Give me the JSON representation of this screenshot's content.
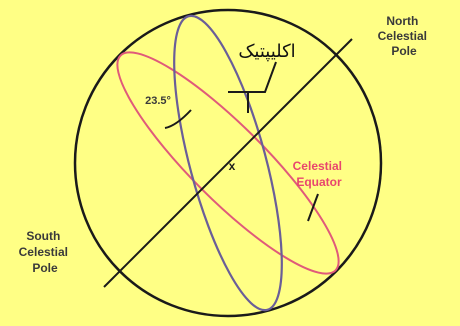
{
  "labels": {
    "north_line1": "North",
    "north_line2": "Celestial",
    "north_line3": "Pole",
    "south_line1": "South",
    "south_line2": "Celestial",
    "south_line3": "Pole",
    "ecliptic": "اکلیپتیک",
    "equator_line1": "Celestial",
    "equator_line2": "Equator",
    "angle": "23.5°",
    "center_mark": "x"
  },
  "colors": {
    "background": "#FFFF85",
    "outline": "#1A1A1A",
    "ecliptic": "#6A5E98",
    "equator": "#E05A7A",
    "dark_text": "#3A3A3A",
    "equator_text": "#E8466E"
  }
}
